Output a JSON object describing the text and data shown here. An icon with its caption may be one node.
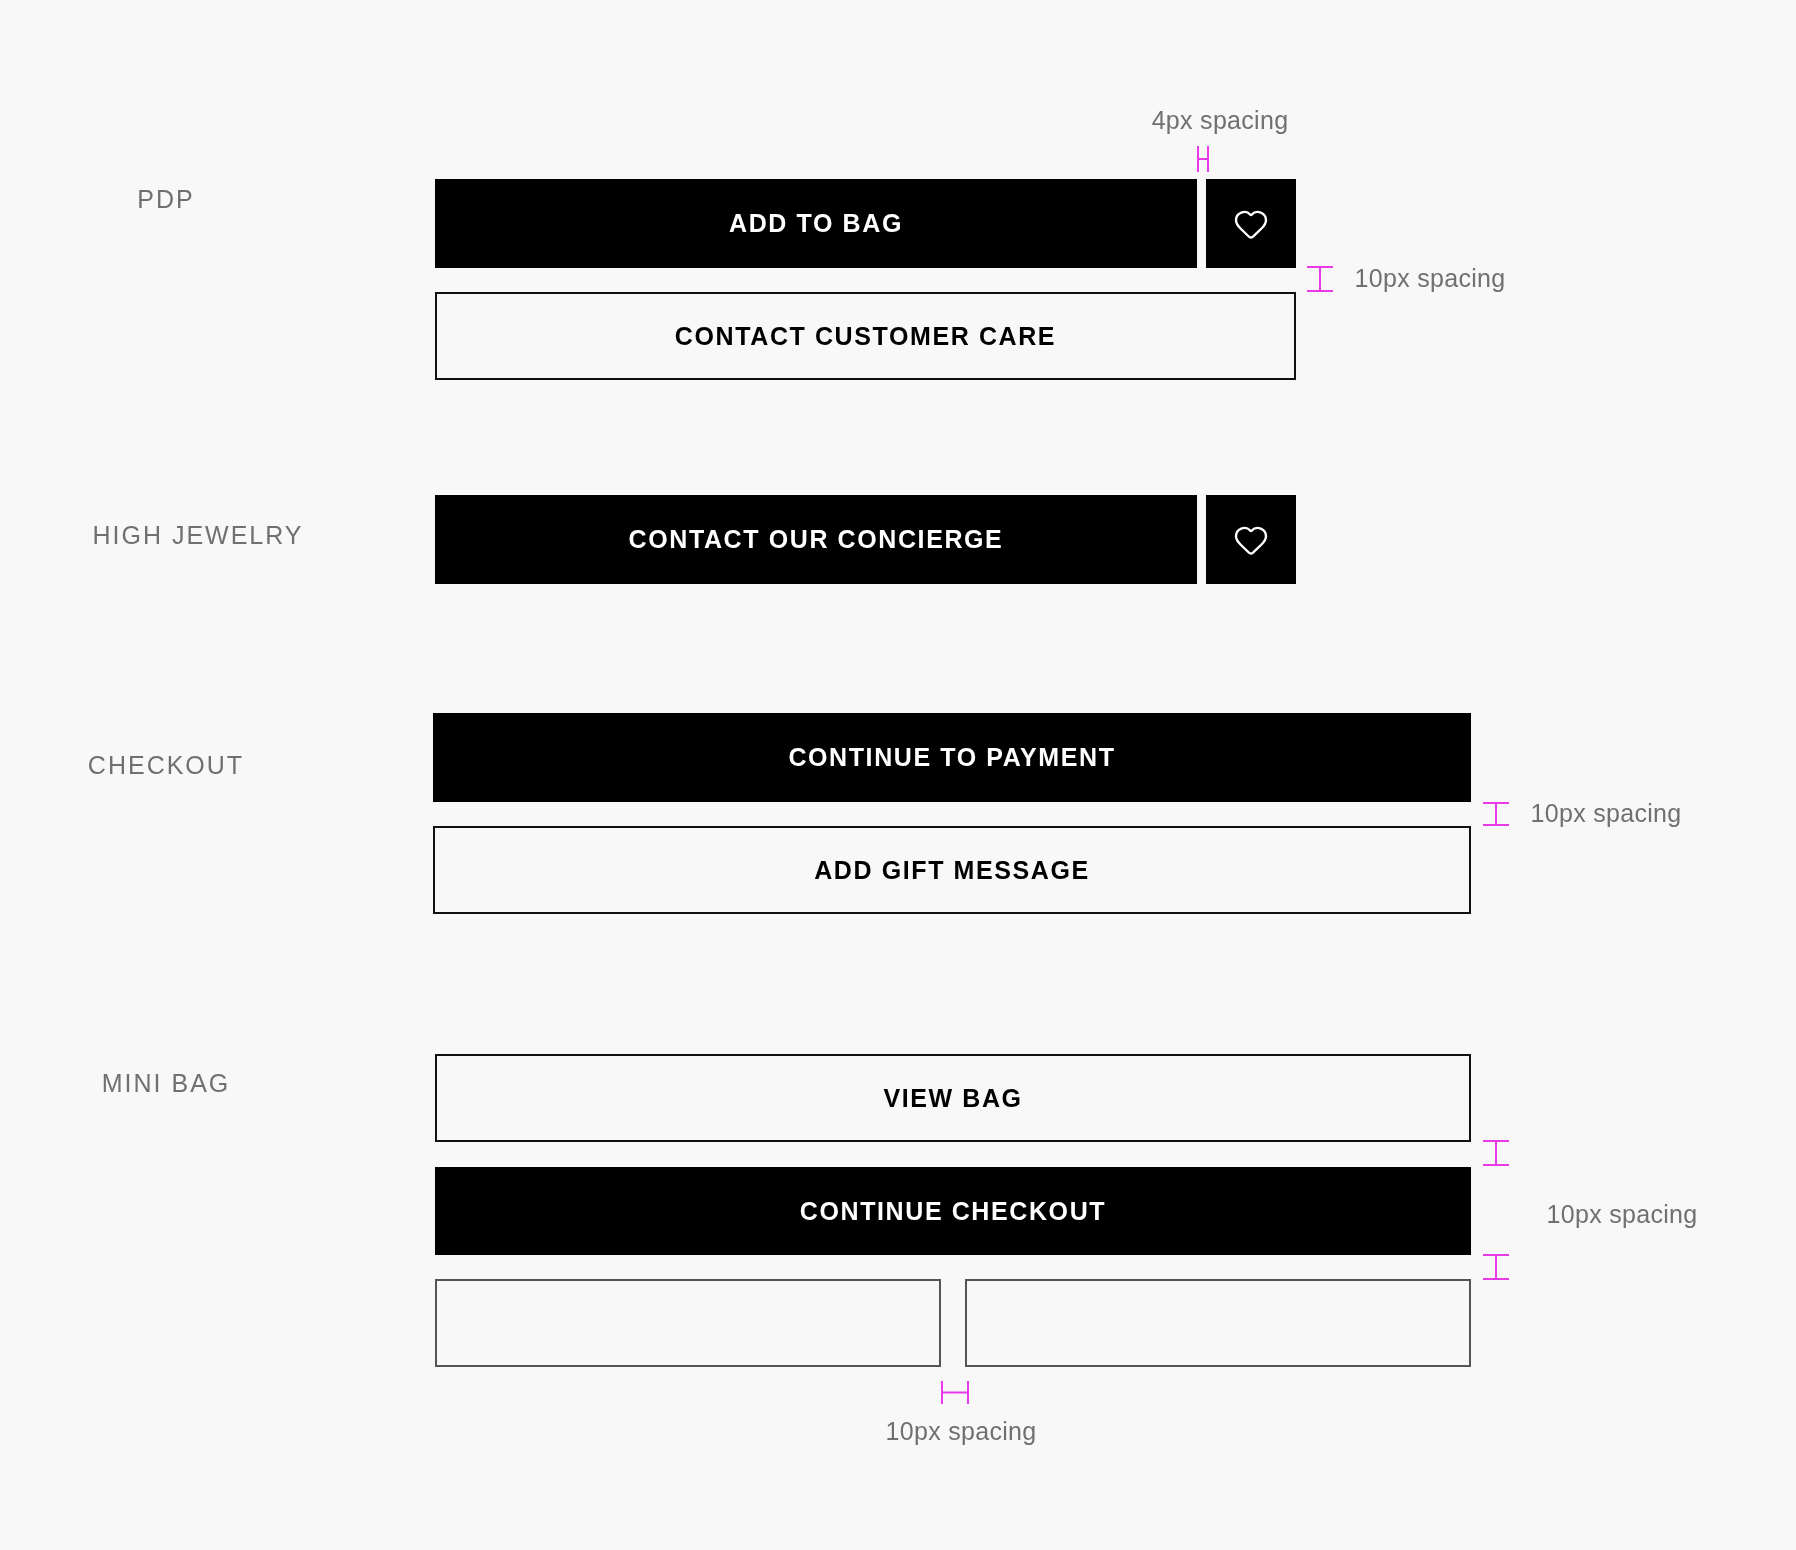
{
  "diagram": {
    "nodes": [
      {
        "text": [
          "ADD TO BAG"
        ]
      },
      {
        "text": [],
        "shape": "box"
      },
      {
        "text": [
          "CONTACT CUSTOMER CARE"
        ]
      },
      {
        "text": [
          "CONTACT OUR CONCIERGE"
        ]
      },
      {
        "text": [],
        "shape": "box"
      },
      {
        "text": [
          "CONTINUE TO PAYMENT"
        ]
      },
      {
        "text": [
          "ADD GIFT MESSAGE"
        ]
      },
      {
        "text": [
          "VIEW BAG"
        ]
      },
      {
        "text": [
          "CONTINUE CHECKOUT"
        ]
      },
      {
        "text": [],
        "shape": "box"
      },
      {
        "text": [],
        "shape": "box"
      }
    ],
    "labels": [
      "4px spacing",
      "PDP",
      "10px spacing",
      "HIGH JEWELRY",
      "CHECKOUT",
      "10px spacing",
      "MINI BAG",
      "10px spacing",
      "10px spacing"
    ]
  }
}
